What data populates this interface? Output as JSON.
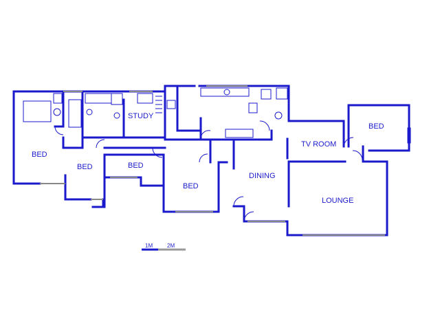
{
  "rooms": {
    "bed1": "BED",
    "bed2": "BED",
    "bed3": "BED",
    "bed4": "BED",
    "bed5": "BED",
    "study": "STUDY",
    "tv_room": "TV ROOM",
    "dining": "DINING",
    "lounge": "LOUNGE"
  },
  "scale": {
    "one": "1M",
    "two": "2M"
  },
  "colors": {
    "wall": "#1a1acc",
    "label": "#1a1acc"
  }
}
